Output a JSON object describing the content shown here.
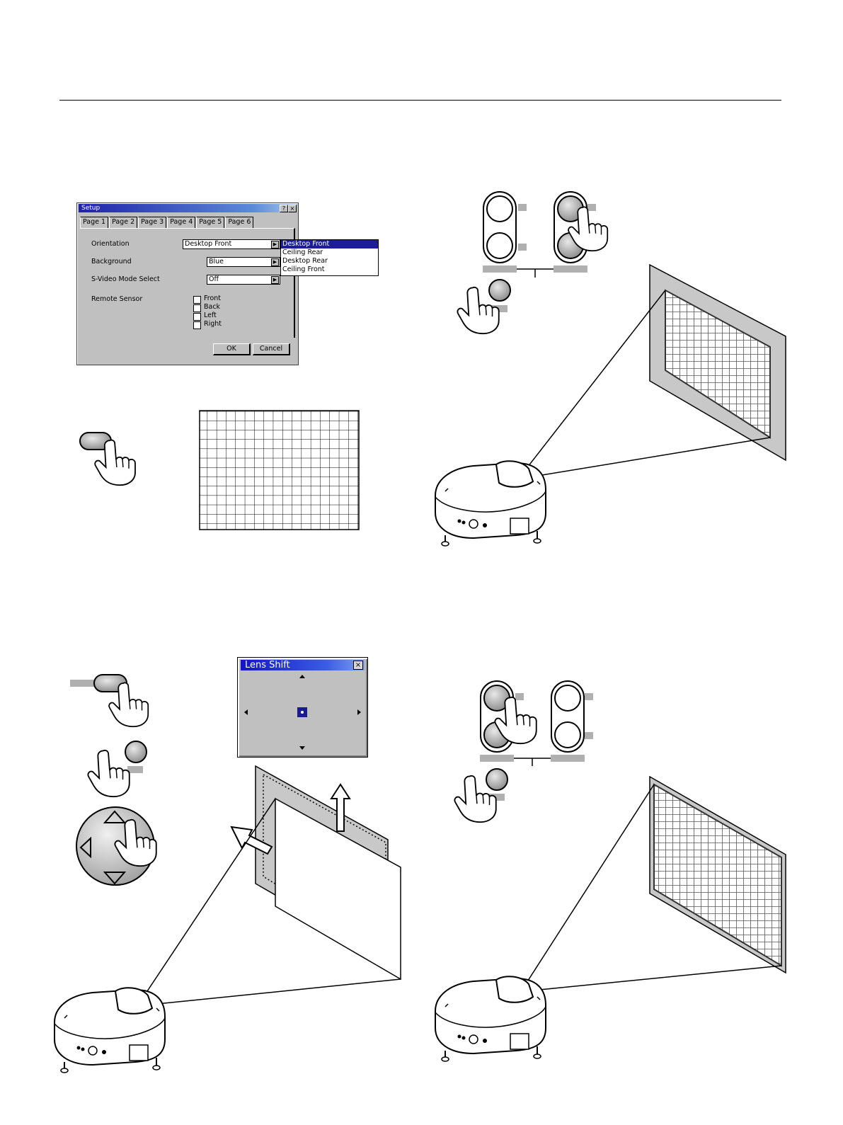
{
  "setup_dialog": {
    "title": "Setup",
    "help_button": "?",
    "close_button": "×",
    "tabs": [
      "Page 1",
      "Page 2",
      "Page 3",
      "Page 4",
      "Page 5",
      "Page 6"
    ],
    "active_tab": "Page 1",
    "orientation": {
      "label": "Orientation",
      "value": "Desktop Front"
    },
    "background": {
      "label": "Background",
      "value": "Blue"
    },
    "svideo_mode": {
      "label": "S-Video Mode Select",
      "value": "Off"
    },
    "remote_sensor": {
      "label": "Remote Sensor",
      "options": [
        "Front",
        "Back",
        "Left",
        "Right"
      ]
    },
    "ok_label": "OK",
    "cancel_label": "Cancel",
    "orientation_dropdown": [
      "Desktop Front",
      "Ceiling Rear",
      "Desktop Rear",
      "Ceiling Front"
    ],
    "orientation_dropdown_selected": "Desktop Front"
  },
  "lens_shift_dialog": {
    "title": "Lens Shift",
    "close_button": "×"
  },
  "colors": {
    "title_bar_blue": "#1f22a8",
    "dialog_gray": "#c0c0c0",
    "screen_gray": "#c8c8c8"
  }
}
